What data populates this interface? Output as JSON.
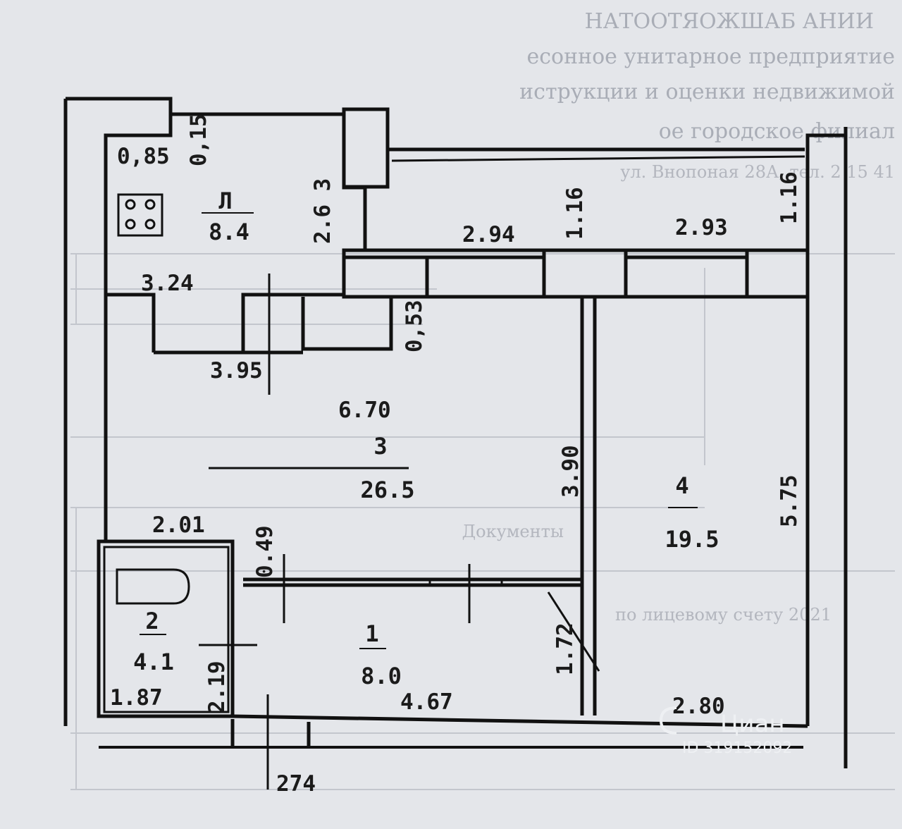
{
  "rooms": [
    {
      "id": "kitchen",
      "number": "Л",
      "area": "8.4"
    },
    {
      "id": "bathroom",
      "number": "2",
      "area": "4.1"
    },
    {
      "id": "living",
      "number": "3",
      "area": "26.5"
    },
    {
      "id": "bedroom",
      "number": "4",
      "area": "19.5"
    },
    {
      "id": "hall",
      "number": "1",
      "area": "8.0"
    }
  ],
  "dimensions": {
    "kitchen_top_left": "0,85",
    "kitchen_top_gap": "0,15",
    "kitchen_height": "2.6 3",
    "kitchen_width": "3.24",
    "balcony_left_width": "2.94",
    "balcony_left_depth": "1.16",
    "balcony_right_width": "2.93",
    "balcony_right_depth": "1.16",
    "doorway_depth": "0,53",
    "corridor_width": "3.95",
    "living_width": "6.70",
    "living_depth": "3.90",
    "bedroom_length": "5.75",
    "bath_width": "2.01",
    "wall_thickness": "0.49",
    "bath_depth": "1.87",
    "bath_side": "2.19",
    "hall_width": "4.67",
    "hall_depth": "1.72",
    "bedroom_width": "2.80",
    "entry_width": "274"
  },
  "background_text": [
    "НАТООТЯОЖШАБ АНИИ",
    "есонное унитарное предприятие",
    "иструкции и оценки недвижимой",
    "ое городское филиал",
    "ул. Внопоная 28А, тел. 2 15 41",
    "Документы",
    "по лицевому счету 2021"
  ],
  "watermark": {
    "brand": "Циан",
    "id": "ID 319152092"
  }
}
